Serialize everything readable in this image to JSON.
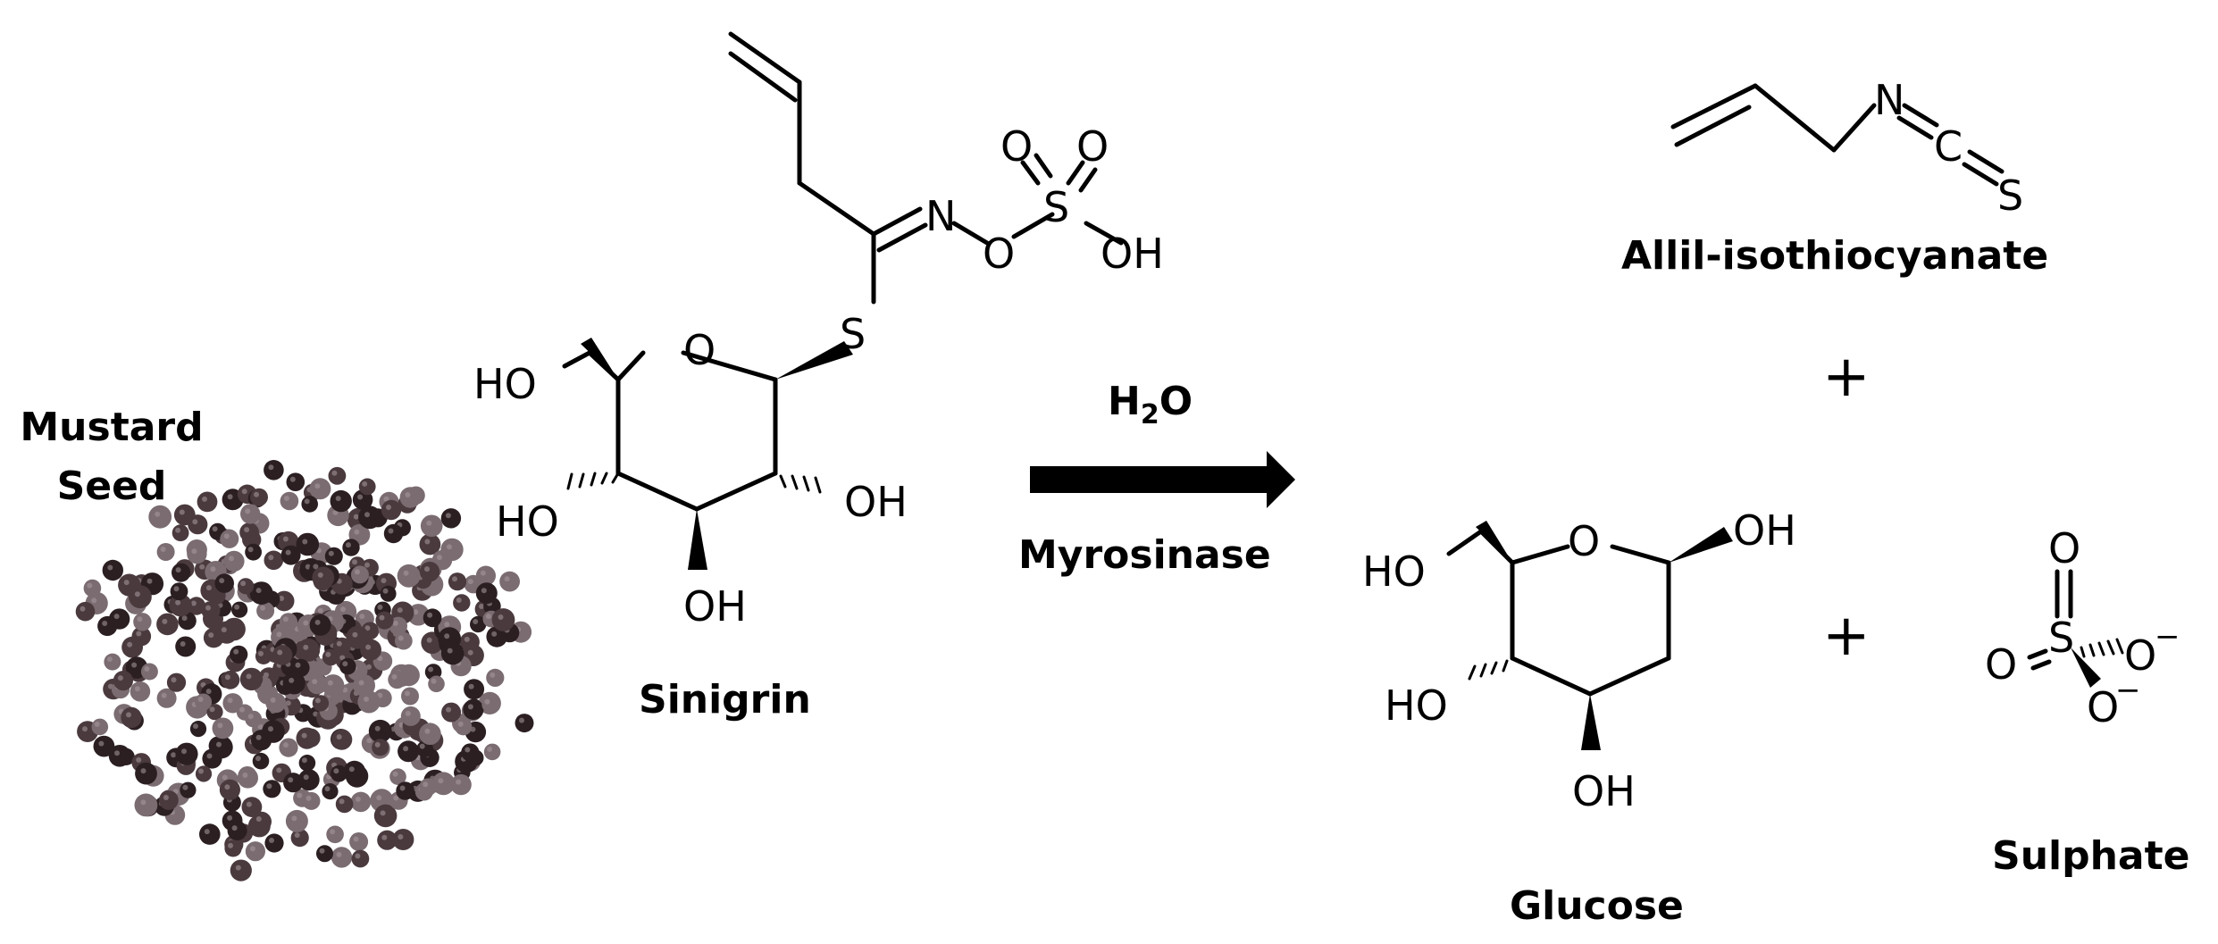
{
  "labels": {
    "mustard_line1": "Mustard",
    "mustard_line2": "Seed",
    "sinigrin": "Sinigrin",
    "reagent": "H",
    "reagent_sub": "2",
    "reagent_tail": "O",
    "enzyme": "Myrosinase",
    "aitc": "Allil-isothiocyanate",
    "glucose": "Glucose",
    "sulphate": "Sulphate",
    "plus1": "+",
    "plus2": "+"
  },
  "atoms": {
    "HO": "HO",
    "OH": "OH",
    "O": "O",
    "S": "S",
    "N": "N",
    "C": "C",
    "minus": "−"
  },
  "colors": {
    "ink": "#000000",
    "seed_dark": "#2b1f22",
    "seed_mid": "#4a3a3e",
    "seed_light": "#7a6c70"
  }
}
